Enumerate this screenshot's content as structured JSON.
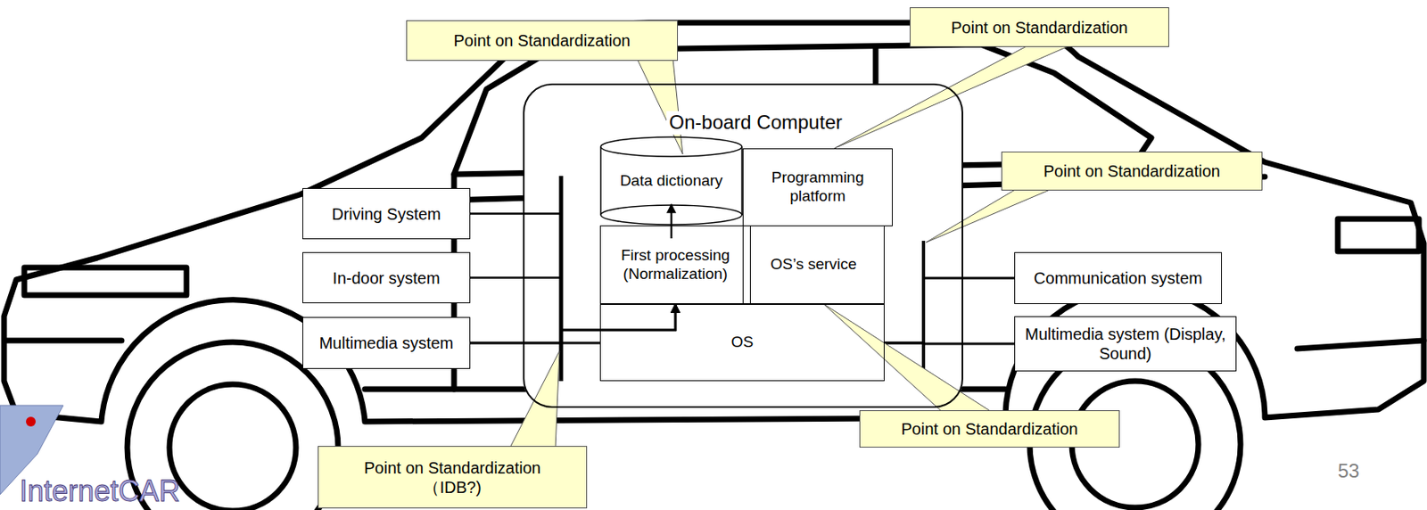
{
  "diagram": {
    "nodes": [
      {
        "text": [
          "On-board Computer"
        ]
      },
      {
        "text": [
          "Data dictionary"
        ],
        "in": 0
      },
      {
        "text": [
          "Programming platform"
        ],
        "in": 0
      },
      {
        "text": [
          "First processing (Normalization)"
        ],
        "in": 0
      },
      {
        "text": [
          "OS’s service"
        ],
        "in": 0
      },
      {
        "text": [
          "OS"
        ],
        "in": 0
      },
      {
        "text": [
          "Driving System"
        ]
      },
      {
        "text": [
          "In-door system"
        ]
      },
      {
        "text": [
          "Multimedia system"
        ]
      },
      {
        "text": [
          "Communication system"
        ]
      },
      {
        "text": [
          "Multimedia system (Display, Sound)"
        ]
      },
      {
        "text": [
          "Point on Standardization"
        ]
      },
      {
        "text": [
          "Point on Standardization"
        ]
      },
      {
        "text": [
          "Point on Standardization"
        ]
      },
      {
        "text": [
          "Point on Standardization"
        ]
      },
      {
        "text": [
          "Point on Standardization （IDB?)"
        ]
      }
    ],
    "edges": [
      {
        "from": 3,
        "to": 1,
        "arrow": "to"
      },
      {
        "from": 6,
        "to": 3,
        "arrow": "to"
      },
      {
        "from": 7,
        "to": 3,
        "arrow": "to"
      },
      {
        "from": 8,
        "to": 3,
        "arrow": "to"
      },
      {
        "from": 8,
        "to": 5,
        "arrow": "none"
      },
      {
        "from": 5,
        "to": 9,
        "arrow": "none"
      },
      {
        "from": 5,
        "to": 10,
        "arrow": "none"
      },
      {
        "from": 11,
        "to": 1,
        "arrow": "none"
      },
      {
        "from": 12,
        "to": 2,
        "arrow": "none"
      },
      {
        "from": 14,
        "to": 4,
        "arrow": "none"
      }
    ],
    "labels": [
      "InternetCAR",
      "53"
    ]
  }
}
